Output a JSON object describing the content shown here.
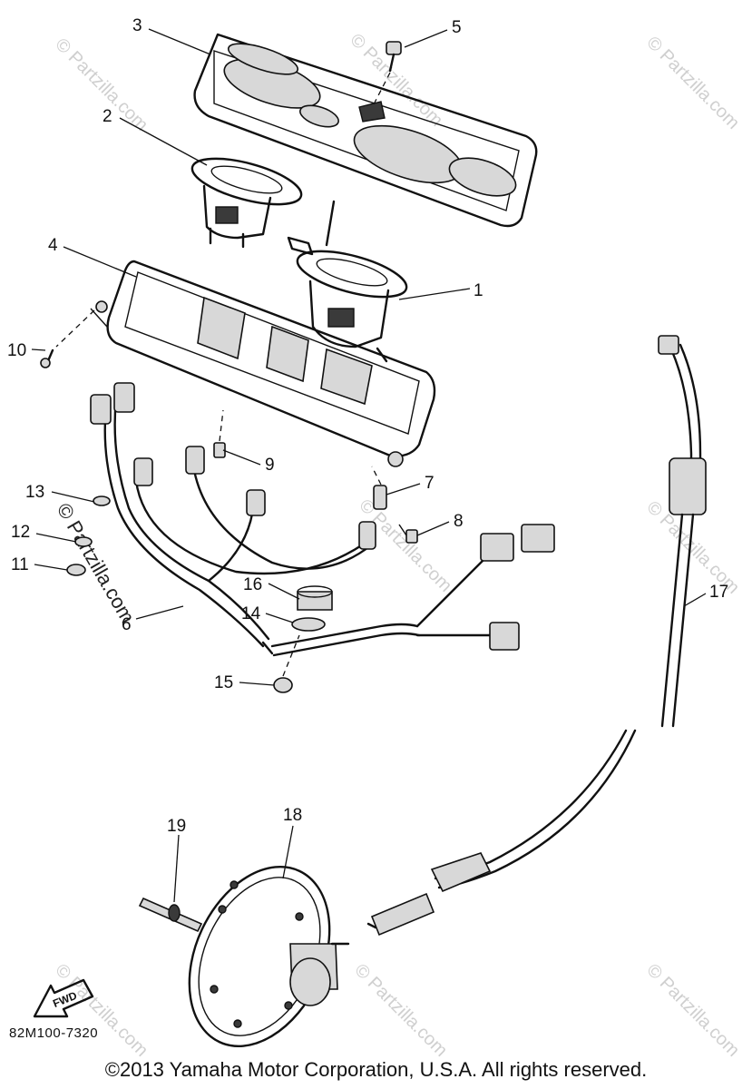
{
  "callouts": [
    "1",
    "2",
    "3",
    "4",
    "5",
    "6",
    "7",
    "8",
    "9",
    "10",
    "11",
    "12",
    "13",
    "14",
    "15",
    "16",
    "17",
    "18",
    "19"
  ],
  "watermark": "© Partzilla.com",
  "arrow_label": "FWD",
  "doc_code": "82M100-7320",
  "copyright": "©2013 Yamaha Motor Corporation, U.S.A. All rights reserved."
}
